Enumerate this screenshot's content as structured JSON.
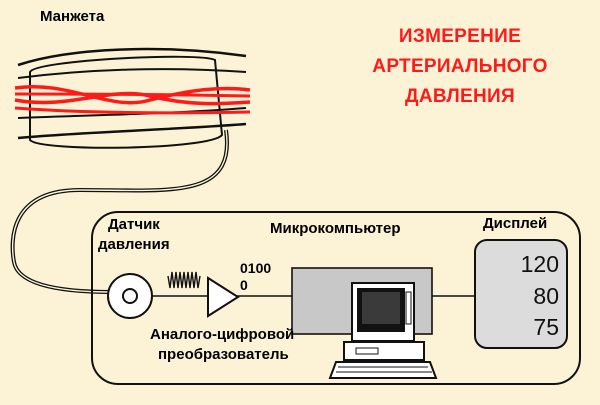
{
  "title": {
    "line1": "ИЗМЕРЕНИЕ",
    "line2": "АРТЕРИАЛЬНОГО",
    "line3": "ДАВЛЕНИЯ"
  },
  "labels": {
    "cuff": "Манжета",
    "sensor_line1": "Датчик",
    "sensor_line2": "давления",
    "microcomputer": "Микрокомпьютер",
    "display": "Дисплей",
    "bits_line1": "0100",
    "bits_line2": "0",
    "adc_line1": "Аналого-цифровой",
    "adc_line2": "преобразователь"
  },
  "display": {
    "values": [
      "120",
      "80",
      "75"
    ]
  },
  "colors": {
    "title": "#ff1a1a",
    "artery": "#ff1a1a",
    "background": "#fcf2d6",
    "display_panel": "#dcdcdc"
  }
}
